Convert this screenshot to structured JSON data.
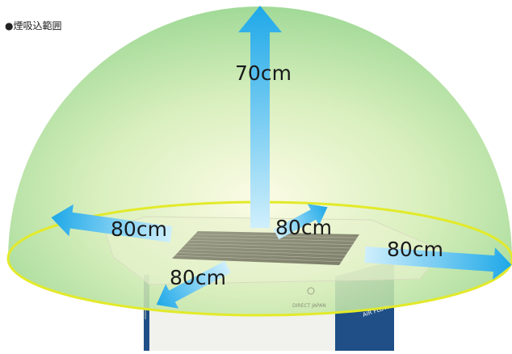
{
  "caption": "●煙吸込範囲",
  "labels": {
    "up": "70cm",
    "left": "80cm",
    "back": "80cm",
    "right": "80cm",
    "front": "80cm"
  },
  "device": {
    "brand": "DIRECT JAPAN",
    "side_mark": "AIR FLOW"
  },
  "colors": {
    "dome_center": "#fbfbe0",
    "dome_edge": "#7fcc7a",
    "ring": "#e2ea2a",
    "arrow_light": "#c9eefc",
    "arrow_dark": "#1ea8e8",
    "label": "#1a1a1a",
    "machine_blue": "#1f4f86"
  }
}
